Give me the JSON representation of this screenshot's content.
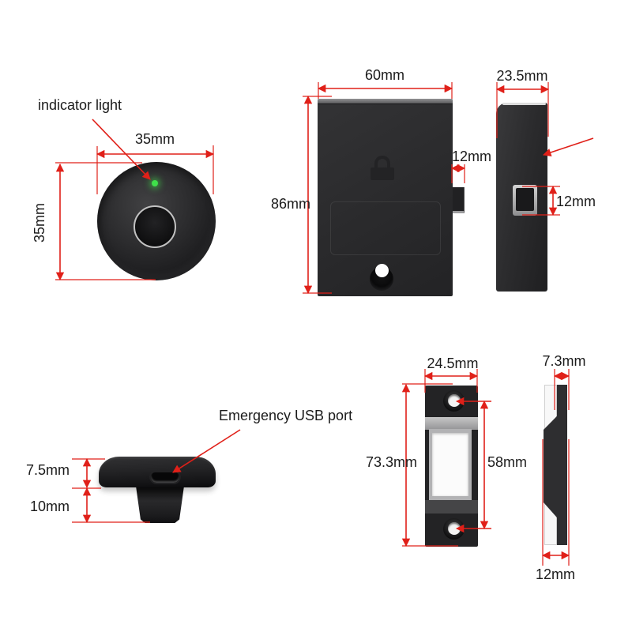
{
  "product_views": {
    "knob_front": {
      "callout": "indicator light",
      "width": "35mm",
      "height": "35mm"
    },
    "lock_body_front": {
      "width": "60mm",
      "height": "86mm",
      "latch_width": "12mm"
    },
    "lock_body_side": {
      "depth": "23.5mm",
      "latch_height": "12mm"
    },
    "knob_side": {
      "callout": "Emergency USB port",
      "cap_height": "7.5mm",
      "stem_height": "10mm"
    },
    "strike_plate_front": {
      "width": "24.5mm",
      "height": "73.3mm",
      "screw_hole_spacing": "58mm"
    },
    "strike_plate_side": {
      "ridge_thickness": "7.3mm",
      "base_width": "12mm"
    }
  },
  "colors": {
    "dimension_red": "#e02019",
    "led_green": "#3fe04a",
    "body_dark": "#2b2b2d",
    "background": "#ffffff"
  }
}
